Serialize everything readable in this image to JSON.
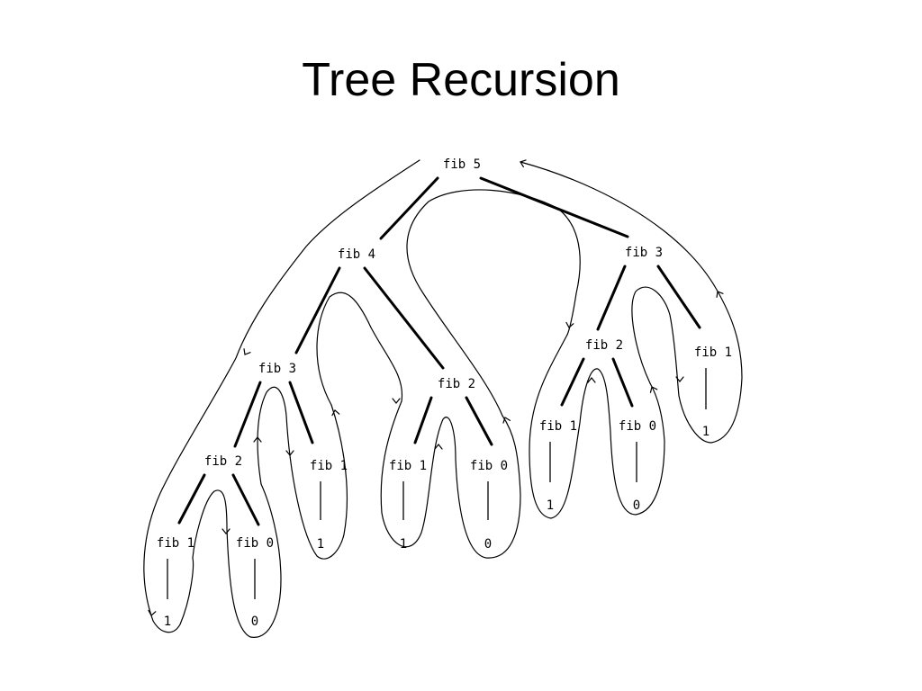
{
  "slide": {
    "title": "Tree Recursion"
  },
  "diagram": {
    "nodes": [
      {
        "id": "n_fib5",
        "label": "fib 5"
      },
      {
        "id": "n_fib4",
        "label": "fib 4"
      },
      {
        "id": "n_fib3_right",
        "label": "fib 3"
      },
      {
        "id": "n_fib3_left",
        "label": "fib 3"
      },
      {
        "id": "n_fib2_mid",
        "label": "fib 2"
      },
      {
        "id": "n_fib2_right",
        "label": "fib 2"
      },
      {
        "id": "n_fib1_r",
        "label": "fib 1"
      },
      {
        "id": "n_fib2_ll",
        "label": "fib 2"
      },
      {
        "id": "n_fib1_l3",
        "label": "fib 1"
      },
      {
        "id": "n_fib1_m",
        "label": "fib 1"
      },
      {
        "id": "n_fib0_m",
        "label": "fib 0"
      },
      {
        "id": "n_fib1_rr",
        "label": "fib 1"
      },
      {
        "id": "n_fib0_rr",
        "label": "fib 0"
      },
      {
        "id": "n_fib1_ll",
        "label": "fib 1"
      },
      {
        "id": "n_fib0_ll",
        "label": "fib 0"
      }
    ],
    "edges": [
      [
        "n_fib5",
        "n_fib4"
      ],
      [
        "n_fib5",
        "n_fib3_right"
      ],
      [
        "n_fib4",
        "n_fib3_left"
      ],
      [
        "n_fib4",
        "n_fib2_mid"
      ],
      [
        "n_fib3_right",
        "n_fib2_right"
      ],
      [
        "n_fib3_right",
        "n_fib1_r"
      ],
      [
        "n_fib3_left",
        "n_fib2_ll"
      ],
      [
        "n_fib3_left",
        "n_fib1_l3"
      ],
      [
        "n_fib2_mid",
        "n_fib1_m"
      ],
      [
        "n_fib2_mid",
        "n_fib0_m"
      ],
      [
        "n_fib2_right",
        "n_fib1_rr"
      ],
      [
        "n_fib2_right",
        "n_fib0_rr"
      ],
      [
        "n_fib2_ll",
        "n_fib1_ll"
      ],
      [
        "n_fib2_ll",
        "n_fib0_ll"
      ]
    ],
    "leaves": [
      {
        "of": "n_fib1_ll",
        "value": "1"
      },
      {
        "of": "n_fib0_ll",
        "value": "0"
      },
      {
        "of": "n_fib1_l3",
        "value": "1"
      },
      {
        "of": "n_fib1_m",
        "value": "1"
      },
      {
        "of": "n_fib0_m",
        "value": "0"
      },
      {
        "of": "n_fib1_rr",
        "value": "1"
      },
      {
        "of": "n_fib0_rr",
        "value": "0"
      },
      {
        "of": "n_fib1_r",
        "value": "1"
      }
    ]
  }
}
